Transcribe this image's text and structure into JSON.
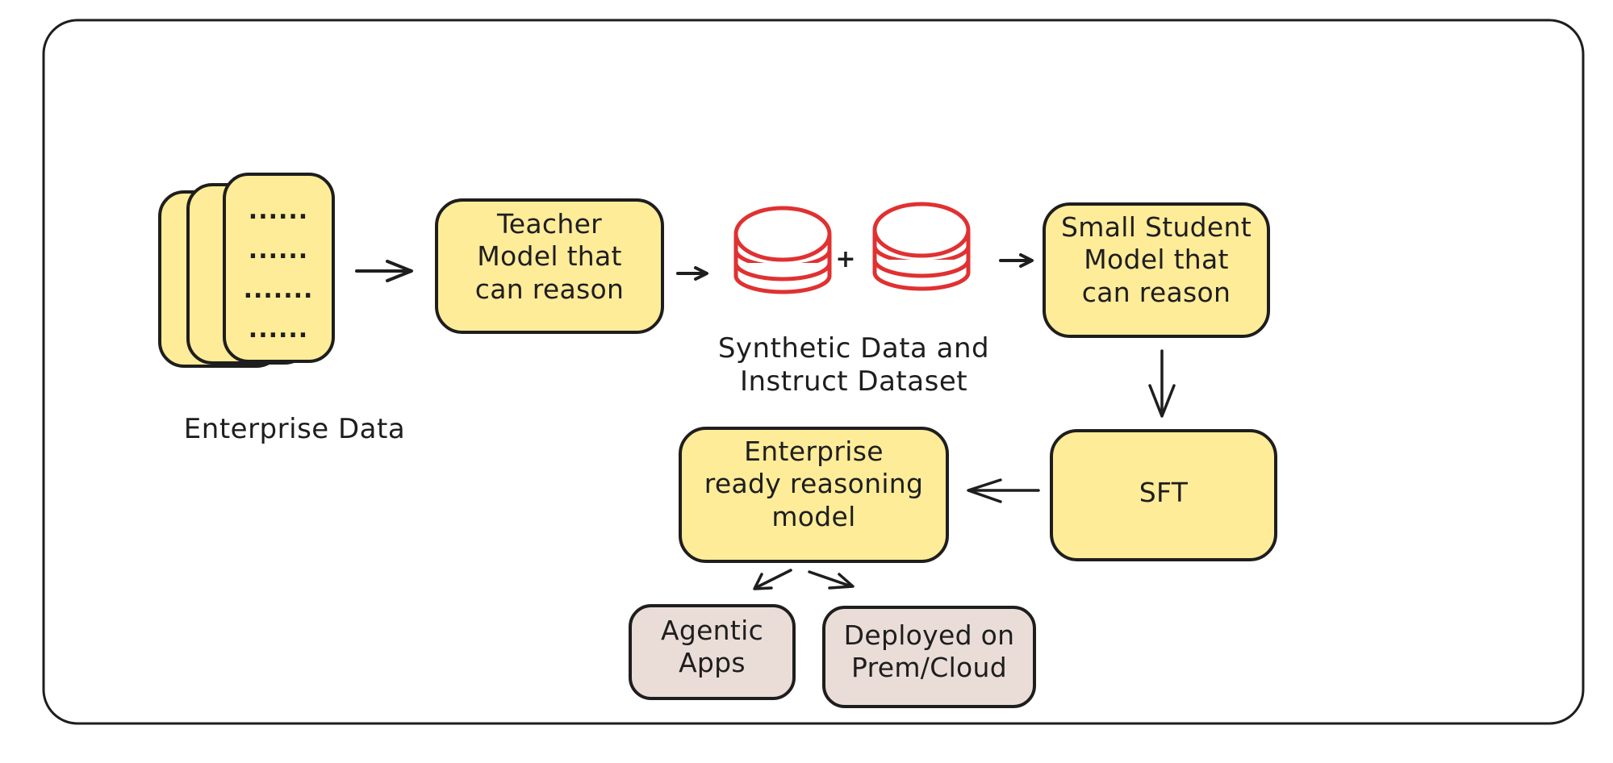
{
  "diagram": {
    "colors": {
      "stroke": "#1e1e1e",
      "box_fill": "#ffec99",
      "output_fill": "#eaddd7",
      "database": "#e03131",
      "background": "#ffffff"
    },
    "nodes": {
      "enterprise_data": {
        "label": "Enterprise Data",
        "icon": "document-stack-icon",
        "dot_rows": [
          "......",
          "......",
          ".......",
          "......"
        ]
      },
      "teacher_model": {
        "lines": [
          "Teacher",
          "Model that",
          "can reason"
        ]
      },
      "datasets": {
        "icon": "database-icon",
        "count": 2,
        "plus": "+",
        "lines": [
          "Synthetic Data and",
          "Instruct Dataset"
        ]
      },
      "student_model": {
        "lines": [
          "Small Student",
          "Model that",
          "can reason"
        ]
      },
      "sft": {
        "lines": [
          "SFT"
        ]
      },
      "enterprise_model": {
        "lines": [
          "Enterprise",
          "ready reasoning",
          "model"
        ]
      },
      "agentic_apps": {
        "lines": [
          "Agentic",
          "Apps"
        ]
      },
      "deployment": {
        "lines": [
          "Deployed on",
          "Prem/Cloud"
        ]
      }
    },
    "edges": [
      {
        "from": "enterprise_data",
        "to": "teacher_model"
      },
      {
        "from": "teacher_model",
        "to": "datasets"
      },
      {
        "from": "datasets",
        "to": "student_model"
      },
      {
        "from": "student_model",
        "to": "sft"
      },
      {
        "from": "sft",
        "to": "enterprise_model"
      },
      {
        "from": "enterprise_model",
        "to": "agentic_apps"
      },
      {
        "from": "enterprise_model",
        "to": "deployment"
      }
    ]
  }
}
